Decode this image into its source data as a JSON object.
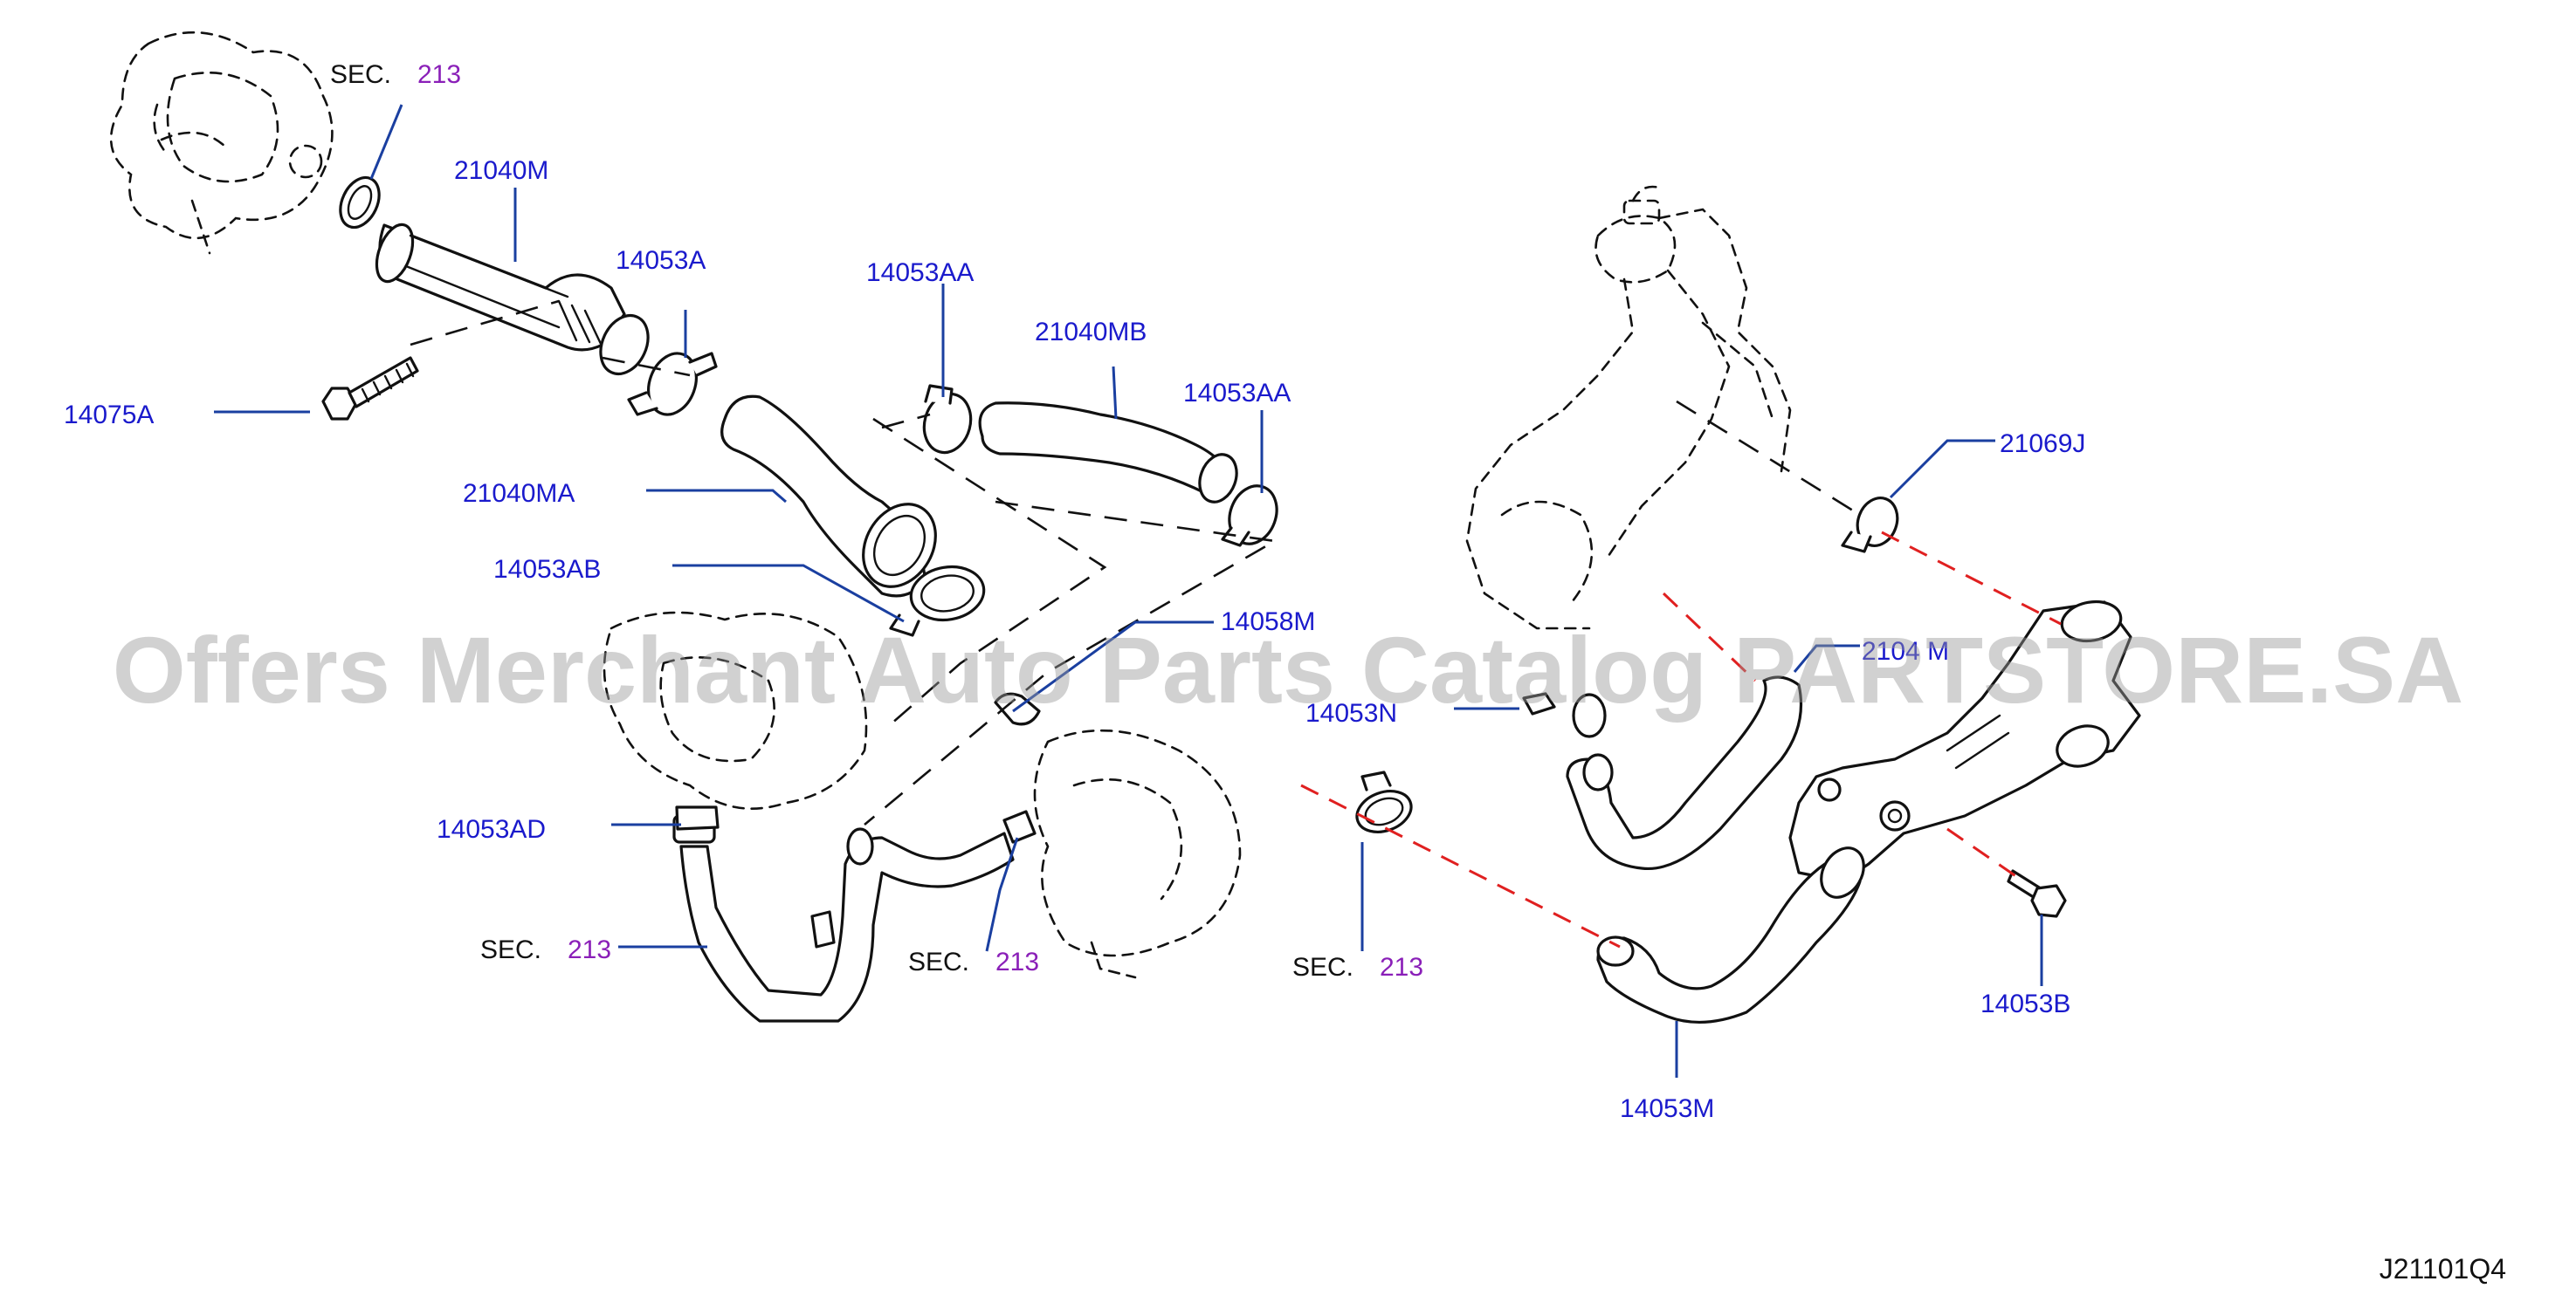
{
  "watermark": "Offers Merchant Auto Parts Catalog PARTSTORE.SA",
  "diagram_id": "J21101Q4",
  "sec_prefix": "SEC.",
  "sec_number": "213",
  "colors": {
    "part_label": "#1a1acc",
    "sec_number": "#8a1fb8",
    "leader_line": "#1a3fa0",
    "connection_dash": "#e02020"
  },
  "parts": {
    "p21040M": "21040M",
    "p14053A": "14053A",
    "p14053AA_left": "14053AA",
    "p21040MB": "21040MB",
    "p14053AA_right": "14053AA",
    "p14075A": "14075A",
    "p21040MA": "21040MA",
    "p14053AB": "14053AB",
    "p14058M": "14058M",
    "p14053N": "14053N",
    "p21069J": "21069J",
    "p2104_partial": "2104 M",
    "p14053AD": "14053AD",
    "p14053B": "14053B",
    "p14053M": "14053M"
  }
}
